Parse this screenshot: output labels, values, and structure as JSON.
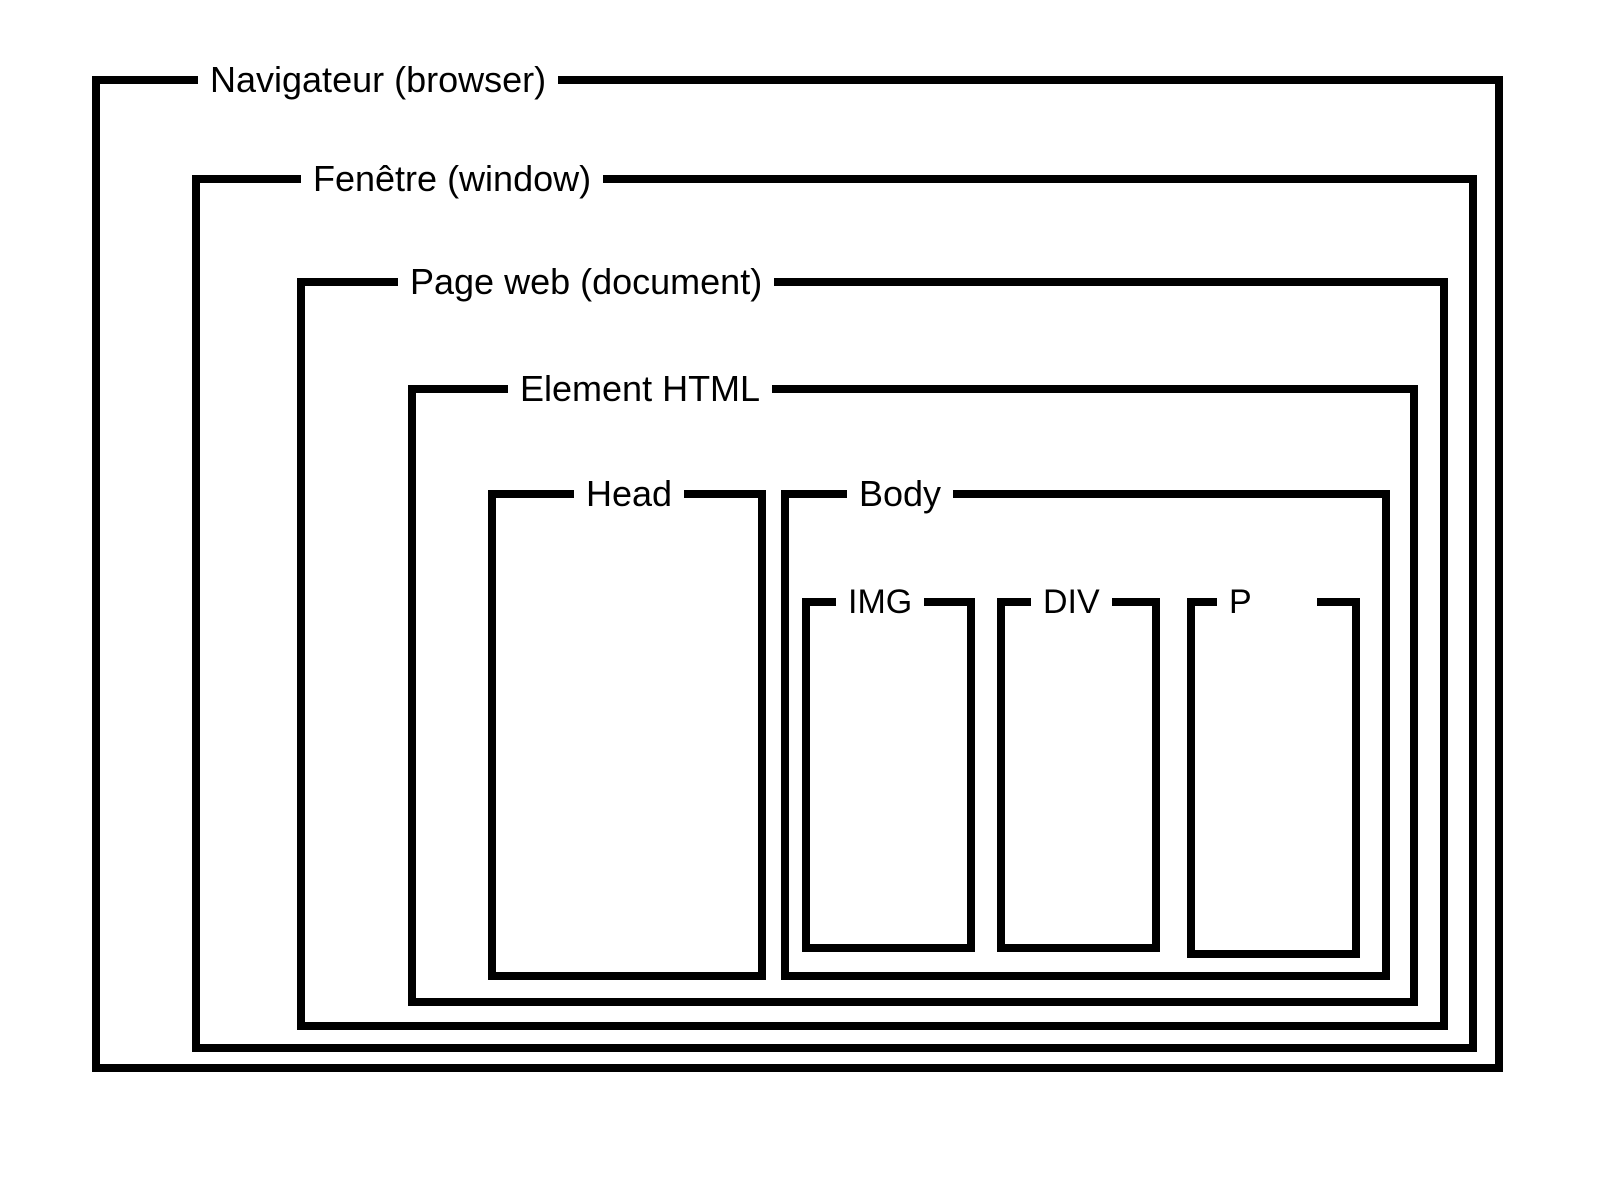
{
  "diagram": {
    "background_color": "#ffffff",
    "line_color": "#000000",
    "boxes": [
      {
        "id": "browser",
        "label": "Navigateur (browser)"
      },
      {
        "id": "window",
        "label": "Fenêtre (window)"
      },
      {
        "id": "document",
        "label": "Page web (document)"
      },
      {
        "id": "html",
        "label": "Element HTML"
      },
      {
        "id": "head",
        "label": "Head"
      },
      {
        "id": "body",
        "label": "Body"
      },
      {
        "id": "img",
        "label": "IMG"
      },
      {
        "id": "div",
        "label": "DIV"
      },
      {
        "id": "p",
        "label": "P"
      }
    ]
  }
}
